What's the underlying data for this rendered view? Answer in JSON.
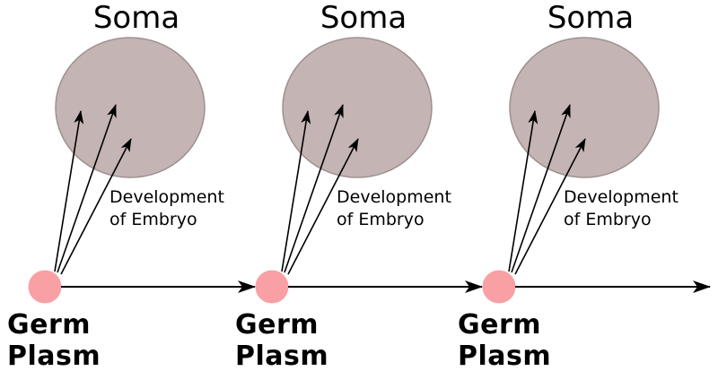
{
  "colors": {
    "background": "#ffffff",
    "text": "#000000",
    "arrow": "#000000",
    "soma_fill": "#c5b4b4",
    "soma_stroke": "#9e9090",
    "germ_fill": "#f9a0a5"
  },
  "units": [
    {
      "soma_label": "Soma",
      "development_label": "Development\nof Embryo",
      "germ_label": "Germ\nPlasm"
    },
    {
      "soma_label": "Soma",
      "development_label": "Development\nof Embryo",
      "germ_label": "Germ\nPlasm"
    },
    {
      "soma_label": "Soma",
      "development_label": "Development\nof Embryo",
      "germ_label": "Germ\nPlasm"
    }
  ]
}
